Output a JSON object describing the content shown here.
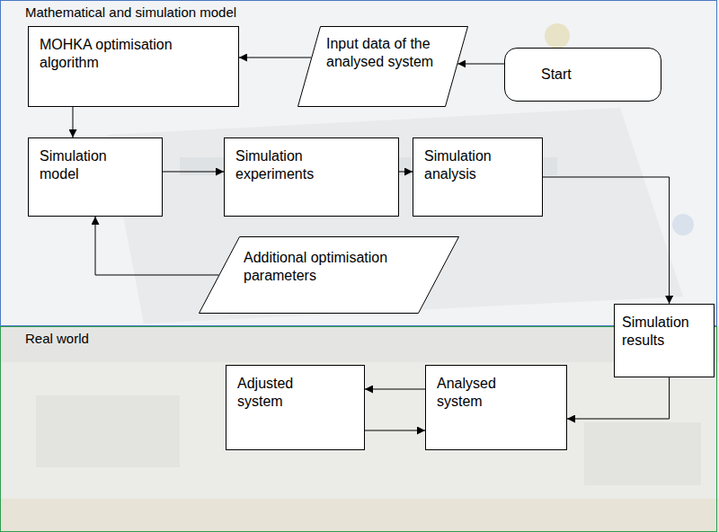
{
  "diagram": {
    "nodes": [
      {
        "text": [
          "Mathematical and simulation model"
        ]
      },
      {
        "text": [
          "MOHKA optimisation algorithm"
        ],
        "in": 0
      },
      {
        "text": [
          "Input data of the analysed system"
        ],
        "in": 0
      },
      {
        "text": [
          "Start"
        ],
        "in": 0
      },
      {
        "text": [
          "Simulation model"
        ],
        "in": 0
      },
      {
        "text": [
          "Simulation experiments"
        ],
        "in": 0
      },
      {
        "text": [
          "Simulation analysis"
        ],
        "in": 0
      },
      {
        "text": [
          "Additional optimisation parameters"
        ],
        "in": 0
      },
      {
        "text": [
          "Simulation results"
        ]
      },
      {
        "text": [
          "Real world"
        ]
      },
      {
        "text": [
          "Adjusted system"
        ],
        "in": 9
      },
      {
        "text": [
          "Analysed system"
        ],
        "in": 9
      }
    ],
    "edges": [
      {
        "from": 3,
        "to": 2,
        "arrow": "to"
      },
      {
        "from": 2,
        "to": 1,
        "arrow": "to"
      },
      {
        "from": 1,
        "to": 4,
        "arrow": "to"
      },
      {
        "from": 4,
        "to": 5,
        "arrow": "to"
      },
      {
        "from": 5,
        "to": 6,
        "arrow": "to"
      },
      {
        "from": 6,
        "to": 8,
        "arrow": "to"
      },
      {
        "from": 7,
        "to": 4,
        "arrow": "to"
      },
      {
        "from": 8,
        "to": 11,
        "arrow": "to"
      },
      {
        "from": 11,
        "to": 10,
        "arrow": "to"
      },
      {
        "from": 10,
        "to": 11,
        "arrow": "to"
      }
    ]
  }
}
